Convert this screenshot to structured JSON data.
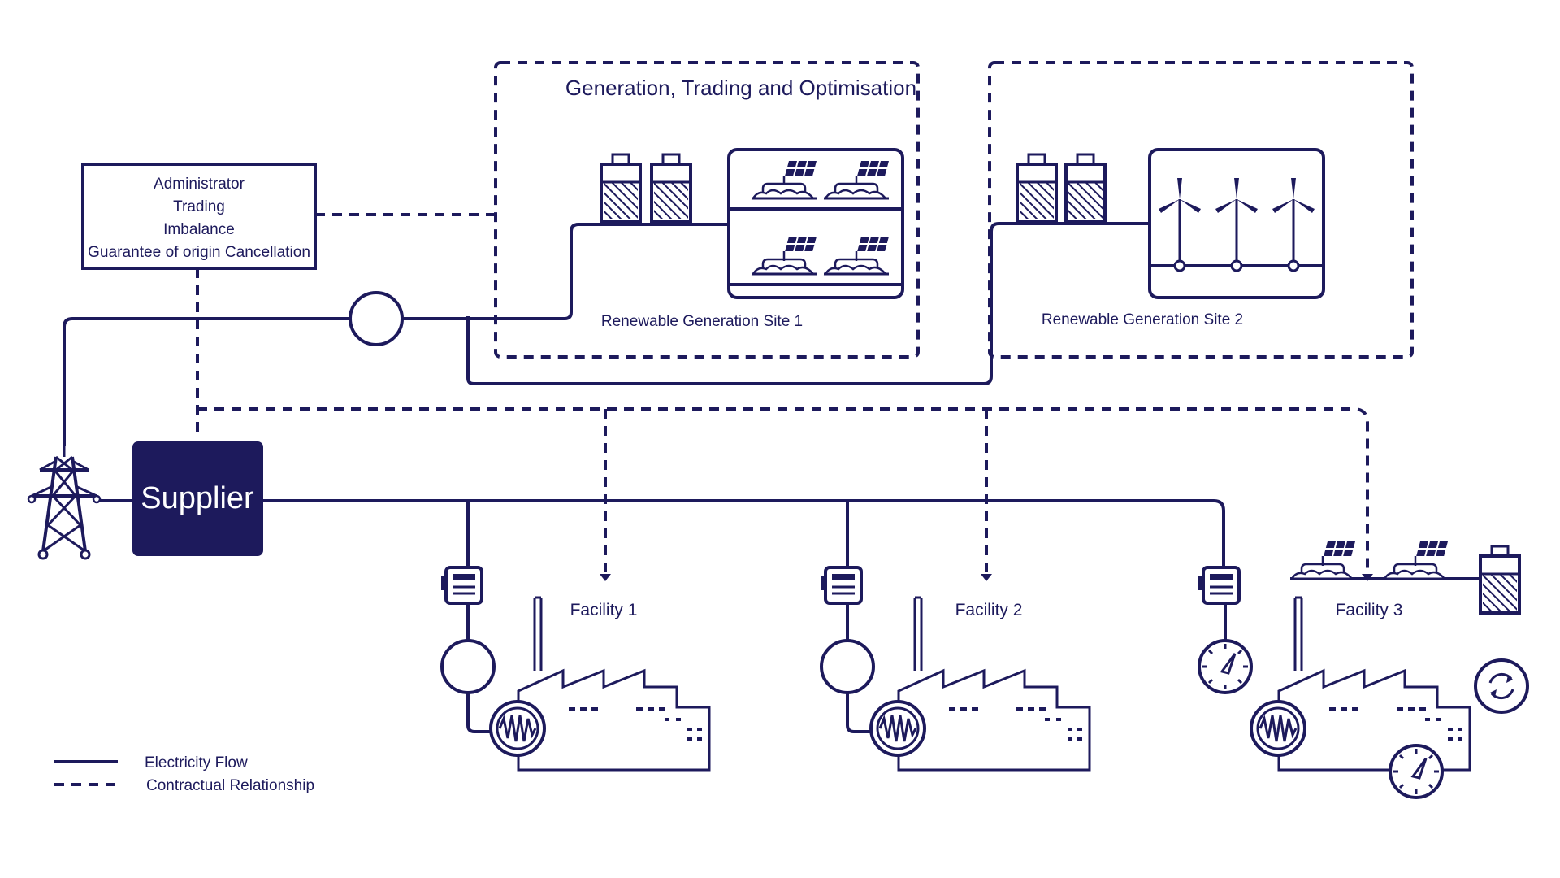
{
  "colors": {
    "navy": "#1d1a5c",
    "background": "#ffffff"
  },
  "admin_box": {
    "lines": [
      "Administrator",
      "Trading",
      "Imbalance",
      "Guarantee of origin Cancellation"
    ]
  },
  "supplier": {
    "label": "Supplier"
  },
  "generation_group": {
    "title": "Generation, Trading and Optimisation"
  },
  "site1": {
    "label": "Renewable Generation Site 1"
  },
  "site2": {
    "label": "Renewable Generation Site 2"
  },
  "facilities": [
    {
      "label": "Facility 1"
    },
    {
      "label": "Facility 2"
    },
    {
      "label": "Facility 3"
    }
  ],
  "legend": {
    "electricity_flow": "Electricity Flow",
    "contractual_relationship": "Contractual Relationship"
  },
  "icons": [
    "pylon-icon",
    "battery-icon",
    "solar-panel-icon",
    "wind-turbine-icon",
    "meter-icon",
    "gauge-icon",
    "factory-icon",
    "heater-icon",
    "refresh-icon"
  ]
}
